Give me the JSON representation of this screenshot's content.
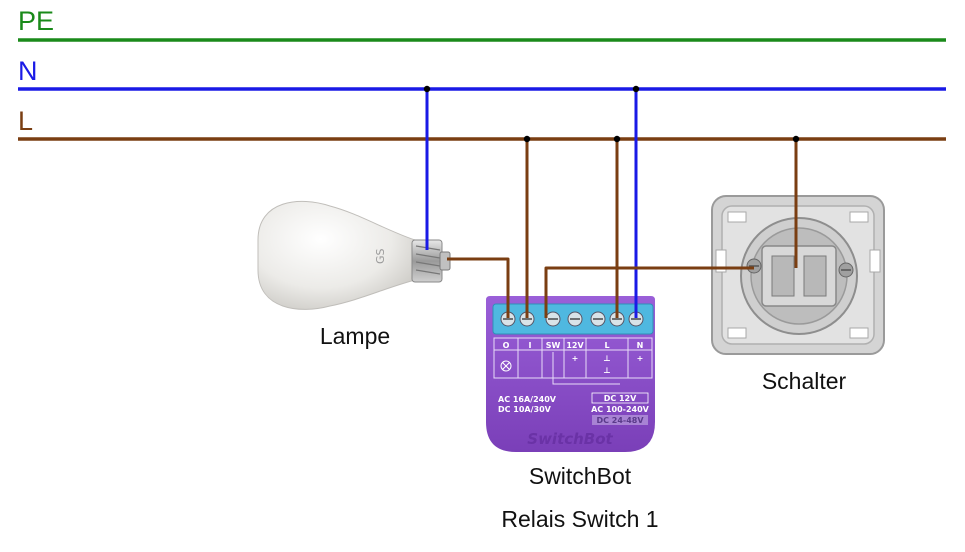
{
  "buses": [
    {
      "label": "PE",
      "color": "#1a8a1a"
    },
    {
      "label": "N",
      "color": "#1a1ae6"
    },
    {
      "label": "L",
      "color": "#7a3e12"
    }
  ],
  "lamp": {
    "caption": "Lampe",
    "base_marking": "GS"
  },
  "switch": {
    "caption": "Schalter"
  },
  "relay": {
    "caption_line1": "SwitchBot",
    "caption_line2": "Relais Switch 1",
    "terminals": [
      "O",
      "I",
      "SW",
      "12V",
      "L",
      "N"
    ],
    "rating_ac": "AC 16A/240V",
    "rating_dc": "DC 10A/30V",
    "power_dc12": "DC 12V",
    "power_ac": "AC 100-240V",
    "power_dc24": "DC 24-48V",
    "brand": "SwitchBot",
    "body_color": "#8a4fc8",
    "terminal_color": "#4fb8e0"
  },
  "wire_colors": {
    "neutral": "#1a1ae6",
    "live": "#7a3e12"
  }
}
